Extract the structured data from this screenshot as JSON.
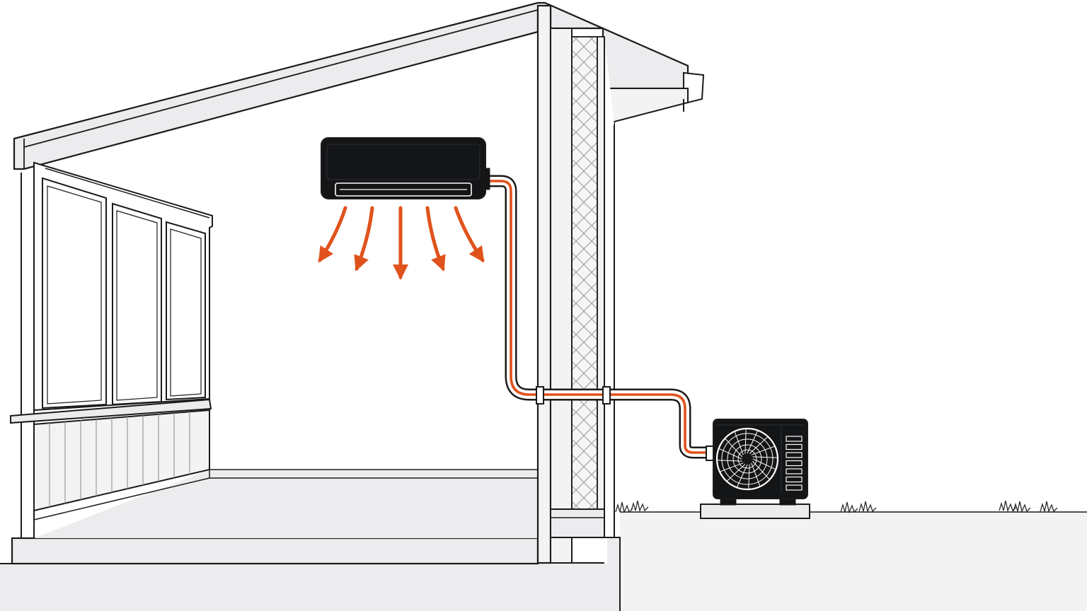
{
  "colors": {
    "background": "#ffffff",
    "line": "#1b1b1b",
    "surface": "#ececee",
    "surface_light": "#f3f3f4",
    "unit_body": "#141517",
    "unit_edge": "#2c2d30",
    "refrigerant": "#e0521c",
    "air_flow": "#e0521c",
    "insulation": "#f6f6f6",
    "grass": "#2a2a2a"
  },
  "components": {
    "roof": "sloped-roof",
    "sunroom": "sunroom-windows",
    "interior_wall": "interior-wall",
    "exterior_wall": "insulated-exterior-wall",
    "indoor_unit": "wall-mounted-indoor-unit",
    "line_set": "refrigerant-line-set",
    "outdoor_unit": "outdoor-condenser",
    "ground": "ground"
  },
  "airflow": {
    "arrow_count": 5,
    "direction": "down"
  },
  "outdoor_unit": {
    "fan_icon": "fan-icon",
    "louver_slots": 7
  }
}
